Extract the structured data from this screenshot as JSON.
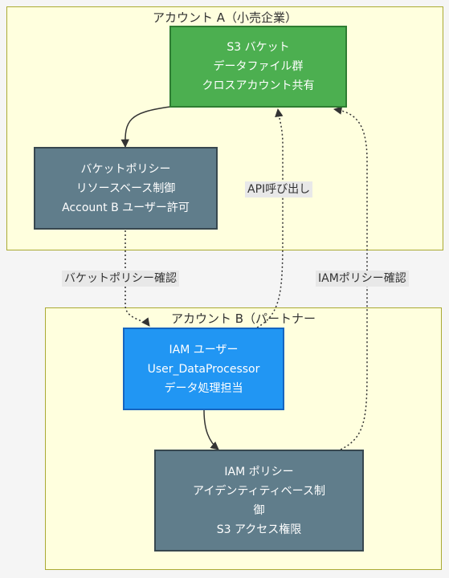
{
  "clusters": {
    "account_a": {
      "title": "アカウント A（小売企業）"
    },
    "account_b": {
      "title": "アカウント B（パートナー"
    }
  },
  "nodes": {
    "s3_bucket": {
      "lines": [
        "S3 バケット",
        "データファイル群",
        "クロスアカウント共有"
      ],
      "color": "#4caf50",
      "border": "#2e7d32"
    },
    "bucket_policy": {
      "lines": [
        "バケットポリシー",
        "リソースベース制御",
        "Account B ユーザー許可"
      ],
      "color": "#607d8b",
      "border": "#37474f"
    },
    "iam_user": {
      "lines": [
        "IAM ユーザー",
        "User_DataProcessor",
        "データ処理担当"
      ],
      "color": "#2196f3",
      "border": "#1565c0"
    },
    "iam_policy": {
      "lines": [
        "IAM ポリシー",
        "アイデンティティベース制",
        "御",
        "S3 アクセス権限"
      ],
      "color": "#607d8b",
      "border": "#37474f"
    }
  },
  "edge_labels": {
    "bucket_policy_check": "バケットポリシー確認",
    "api_call": "API呼び出し",
    "iam_policy_check": "IAMポリシー確認"
  }
}
